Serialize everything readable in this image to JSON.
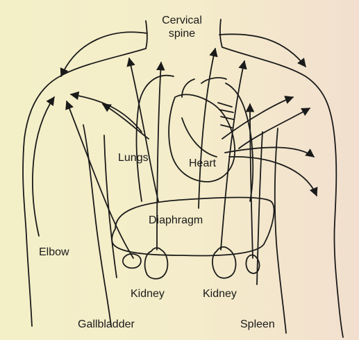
{
  "diagram": {
    "colors": {
      "paper_left": "#f3f0c8",
      "paper_right": "#f2dfcf",
      "ink": "#1a1a1a"
    },
    "labels": {
      "cervical_spine_line1": "Cervical",
      "cervical_spine_line2": "spine",
      "lungs": "Lungs",
      "heart": "Heart",
      "diaphragm": "Diaphragm",
      "elbow": "Elbow",
      "kidney_left": "Kidney",
      "kidney_right": "Kidney",
      "gallbladder": "Gallbladder",
      "spleen": "Spleen"
    }
  }
}
